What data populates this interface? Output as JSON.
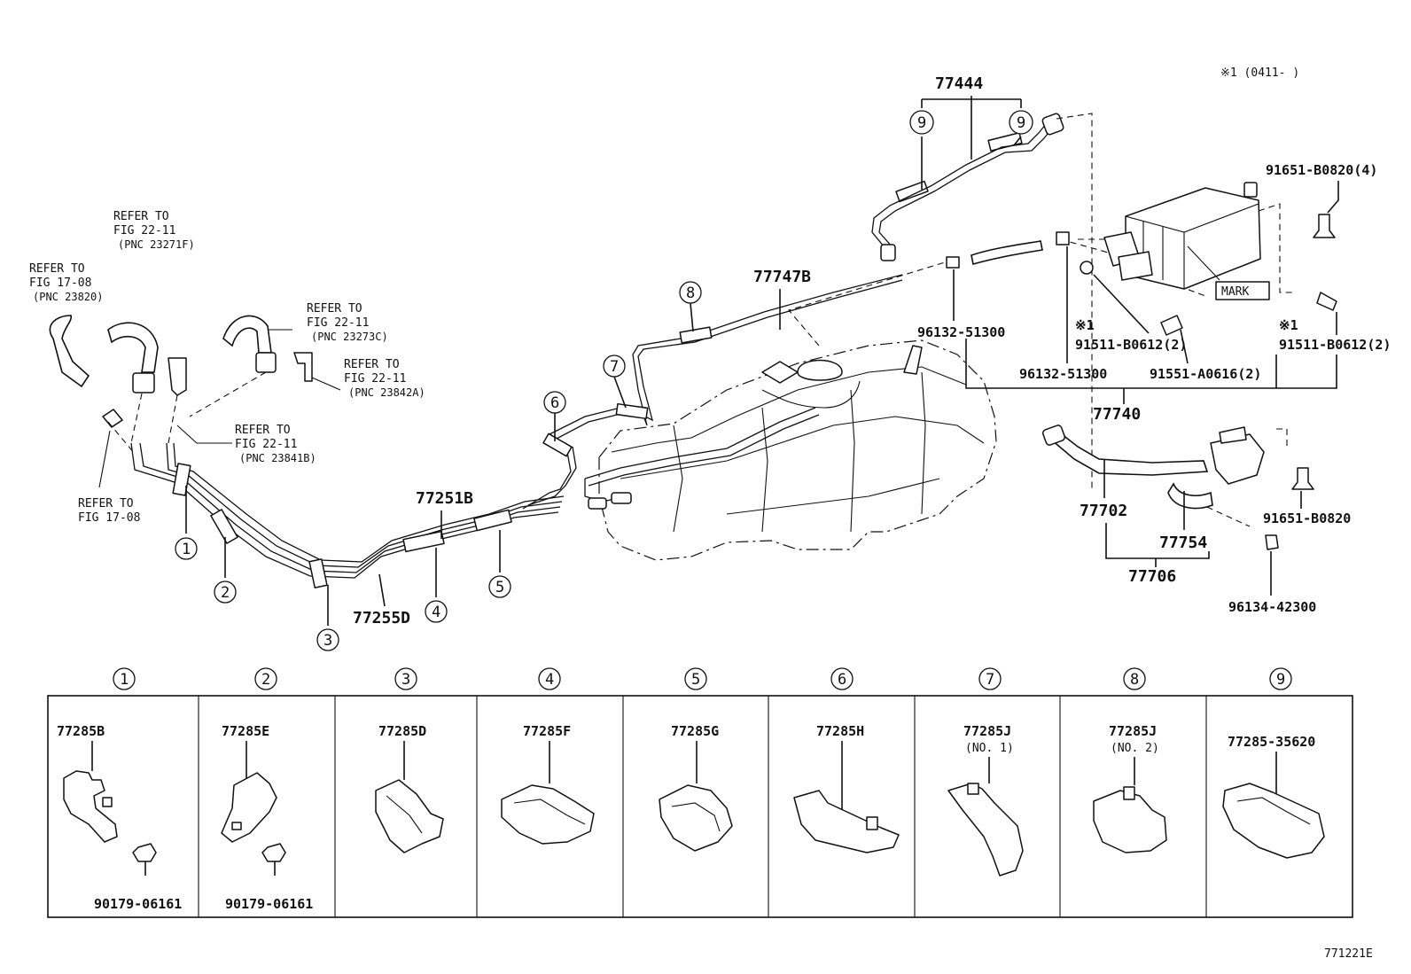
{
  "header": {
    "note": "※1 (0411-      )"
  },
  "refers": {
    "r1": [
      "REFER TO",
      "FIG 22-11",
      "(PNC 23271F)"
    ],
    "r2": [
      "REFER TO",
      "FIG 17-08",
      "(PNC 23820)"
    ],
    "r3": [
      "REFER TO",
      "FIG 22-11",
      "(PNC 23273C)"
    ],
    "r4": [
      "REFER TO",
      "FIG 22-11",
      "(PNC 23842A)"
    ],
    "r5": [
      "REFER TO",
      "FIG 22-11",
      "(PNC 23841B)"
    ],
    "r6": [
      "REFER TO",
      "FIG 17-08"
    ]
  },
  "parts": {
    "p77444": "77444",
    "p77747b": "77747B",
    "p77251b": "77251B",
    "p77255d": "77255D",
    "p77740": "77740",
    "p77702": "77702",
    "p77754": "77754",
    "p77706": "77706",
    "p91651_4": "91651-B0820(4)",
    "p91651": "91651-B0820",
    "p96132_a": "96132-51300",
    "p96132_b": "96132-51300",
    "p91511_a": "91511-B0612(2)",
    "p91511_b": "91511-B0612(2)",
    "p91551": "91551-A0616(2)",
    "p96134": "96134-42300",
    "mark": "MARK",
    "note_mark": "※1"
  },
  "callouts": [
    "1",
    "2",
    "3",
    "4",
    "5",
    "6",
    "7",
    "8",
    "9"
  ],
  "table": {
    "headers": [
      "1",
      "2",
      "3",
      "4",
      "5",
      "6",
      "7",
      "8",
      "9"
    ],
    "cells": [
      {
        "part": "77285B",
        "sub": "",
        "extra": "90179-06161"
      },
      {
        "part": "77285E",
        "sub": "",
        "extra": "90179-06161"
      },
      {
        "part": "77285D",
        "sub": "",
        "extra": ""
      },
      {
        "part": "77285F",
        "sub": "",
        "extra": ""
      },
      {
        "part": "77285G",
        "sub": "",
        "extra": ""
      },
      {
        "part": "77285H",
        "sub": "",
        "extra": ""
      },
      {
        "part": "77285J",
        "sub": "(NO. 1)",
        "extra": ""
      },
      {
        "part": "77285J",
        "sub": "(NO. 2)",
        "extra": ""
      },
      {
        "part": "77285-35620",
        "sub": "",
        "extra": ""
      }
    ]
  },
  "footer": {
    "code": "771221E"
  }
}
